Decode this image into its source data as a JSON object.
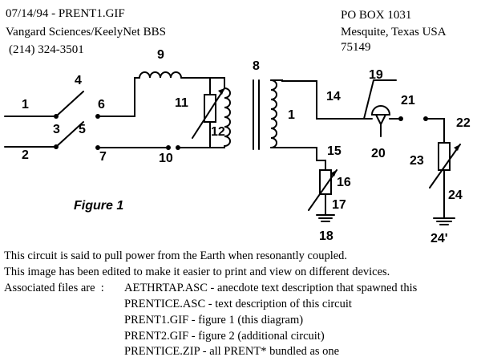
{
  "header_left": {
    "line1": "07/14/94 - PRENT1.GIF",
    "line2": "Vangard Sciences/KeelyNet BBS",
    "line3": "(214) 324-3501"
  },
  "header_right": {
    "line1": "PO BOX 1031",
    "line2": "Mesquite, Texas USA",
    "line3": "75149"
  },
  "figure_caption": "Figure 1",
  "labels": {
    "n1": "1",
    "n2": "2",
    "n3": "3",
    "n4": "4",
    "n5": "5",
    "n6": "6",
    "n7": "7",
    "n8": "8",
    "n9": "9",
    "n10": "10",
    "n11": "11",
    "n12": "12",
    "n14": "14",
    "n15": "15",
    "n16": "16",
    "n17": "17",
    "n18": "18",
    "n19": "19",
    "n20": "20",
    "n21": "21",
    "n22": "22",
    "n23": "23",
    "n24": "24",
    "n24p": "24'",
    "t1": "1"
  },
  "description": {
    "line1": "This circuit is said to pull power from the Earth when resonantly coupled.",
    "line2": "This image has been edited to make it easier to print and view on different devices.",
    "files_intro": "Associated files are  :",
    "files": [
      "AETHRTAP.ASC - anecdote text description that spawned this",
      "PRENTICE.ASC - text description of this circuit",
      "PRENT1.GIF - figure 1 (this diagram)",
      "PRENT2.GIF - figure 2 (additional circuit)",
      "PRENTICE.ZIP - all PRENT* bundled as one"
    ]
  }
}
